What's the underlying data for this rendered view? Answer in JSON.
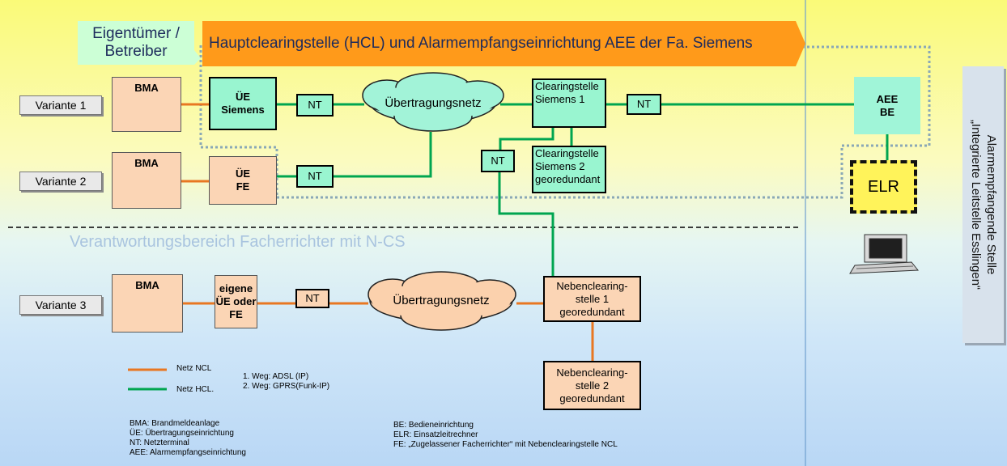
{
  "owner_label": [
    "Eigentümer /",
    "Betreiber"
  ],
  "hcl_banner": "Hauptclearingstelle (HCL) und Alarmempfangseinrichtung AEE der Fa. Siemens",
  "variants": [
    "Variante 1",
    "Variante 2",
    "Variante 3"
  ],
  "bma_label": "BMA",
  "ue_siemens": [
    "ÜE",
    "Siemens"
  ],
  "ue_fe": [
    "ÜE",
    "FE"
  ],
  "eigene_ue": [
    "eigene",
    "ÜE oder",
    "FE"
  ],
  "nt_label": "NT",
  "network_label": "Übertragungsnetz",
  "clearing1": [
    "Clearingstelle",
    "Siemens 1"
  ],
  "clearing2": [
    "Clearingstelle",
    "Siemens 2",
    "georedundant"
  ],
  "aee_be": [
    "AEE",
    "BE"
  ],
  "elr": "ELR",
  "nebenclearing1": [
    "Nebenclearing-",
    "stelle 1",
    "georedundant"
  ],
  "nebenclearing2": [
    "Nebenclearing-",
    "stelle 2",
    "georedundant"
  ],
  "responsibility_label": "Verantwortungsbereich Facherrichter mit N-CS",
  "side_label": [
    "Alarmempfangende Stelle",
    "„Integrierte Leitstelle Esslingen“"
  ],
  "legend": {
    "ncl": "Netz NCL",
    "hcl": "Netz HCL.",
    "route1": "1. Weg: ADSL (IP)",
    "route2": "2. Weg: GPRS(Funk-IP)"
  },
  "abbreviations_left": [
    "BMA: Brandmeldeanlage",
    "ÜE: Übertragungseinrichtung",
    "NT: Netzterminal",
    "AEE: Alarmempfangseinrichtung"
  ],
  "abbreviations_right": [
    "BE: Bedieneinrichtung",
    "ELR: Einsatzleitrechner",
    "FE: „Zugelassener Facherrichter“ mit Nebenclearingstelle NCL"
  ],
  "colors": {
    "hcl_network": "#00a550",
    "ncl_network": "#e87722",
    "banner": "#ff9a1a",
    "green_box": "#99f5d0",
    "orange_box": "#fbd5b5",
    "dotted_boundary": "#8aa8b6",
    "elr_box": "#fff35a"
  }
}
